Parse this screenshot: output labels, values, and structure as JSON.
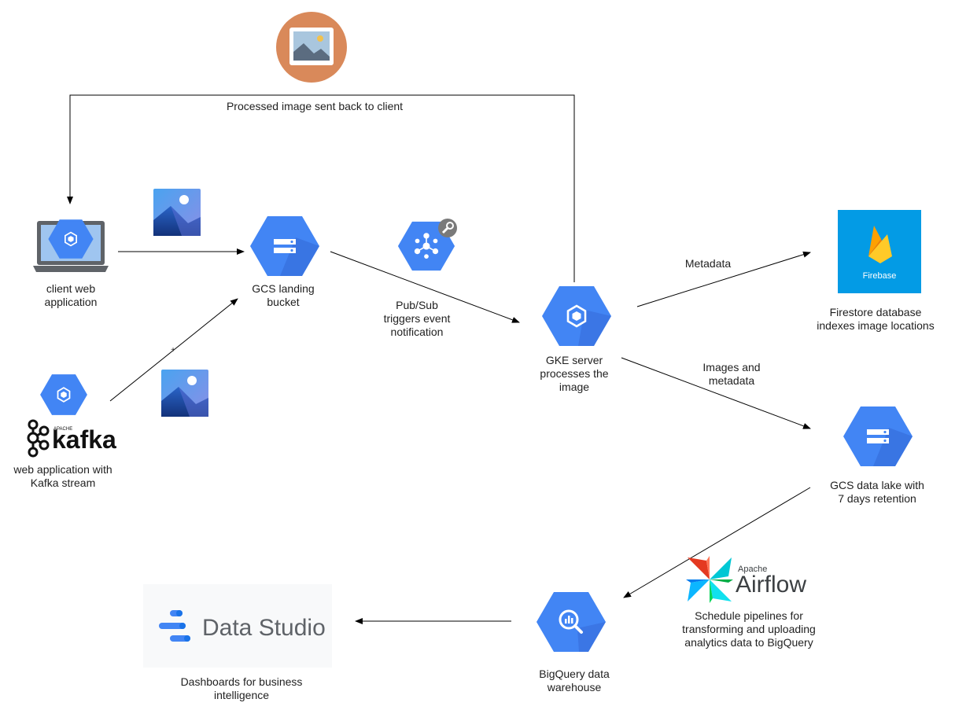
{
  "nodes": {
    "client_app": {
      "label_lines": [
        "client web",
        "application"
      ]
    },
    "kafka_app": {
      "label_lines": [
        "web application with",
        "Kafka stream"
      ],
      "logo_text": "kafka",
      "logo_caption": "APACHE"
    },
    "gcs_landing": {
      "label_lines": [
        "GCS landing",
        "bucket"
      ]
    },
    "pubsub": {
      "label_lines": [
        "Pub/Sub",
        "triggers event",
        "notification"
      ]
    },
    "gke": {
      "label_lines": [
        "GKE server",
        "processes the",
        "image"
      ]
    },
    "firestore": {
      "label_lines": [
        "Firestore database",
        "indexes image locations"
      ],
      "logo_text": "Firebase"
    },
    "gcs_lake": {
      "label_lines": [
        "GCS data lake with",
        "7 days retention"
      ]
    },
    "airflow": {
      "label_lines": [
        "Schedule pipelines for",
        "transforming and uploading",
        "analytics data to BigQuery"
      ],
      "logo_text": "Airflow",
      "logo_caption": "Apache"
    },
    "bigquery": {
      "label_lines": [
        "BigQuery data",
        "warehouse"
      ]
    },
    "datastudio": {
      "label_lines": [
        "Dashboards for business",
        "intelligence"
      ],
      "logo_text": "Data Studio"
    }
  },
  "edges": {
    "feedback": {
      "label": "Processed image sent back to client"
    },
    "metadata": {
      "label": "Metadata"
    },
    "images_metadata": {
      "label_lines": [
        "Images and",
        "metadata"
      ]
    },
    "kafka_plus": {
      "label": "+"
    }
  },
  "colors": {
    "gcp_blue": "#4285f4",
    "gcp_blue_dark": "#3367d6",
    "firebase_bg": "#039be5",
    "image_icon_sky": "#3f8fe0",
    "image_icon_mountain": "#1a3f8a",
    "processed_image_circle": "#d9895a"
  }
}
